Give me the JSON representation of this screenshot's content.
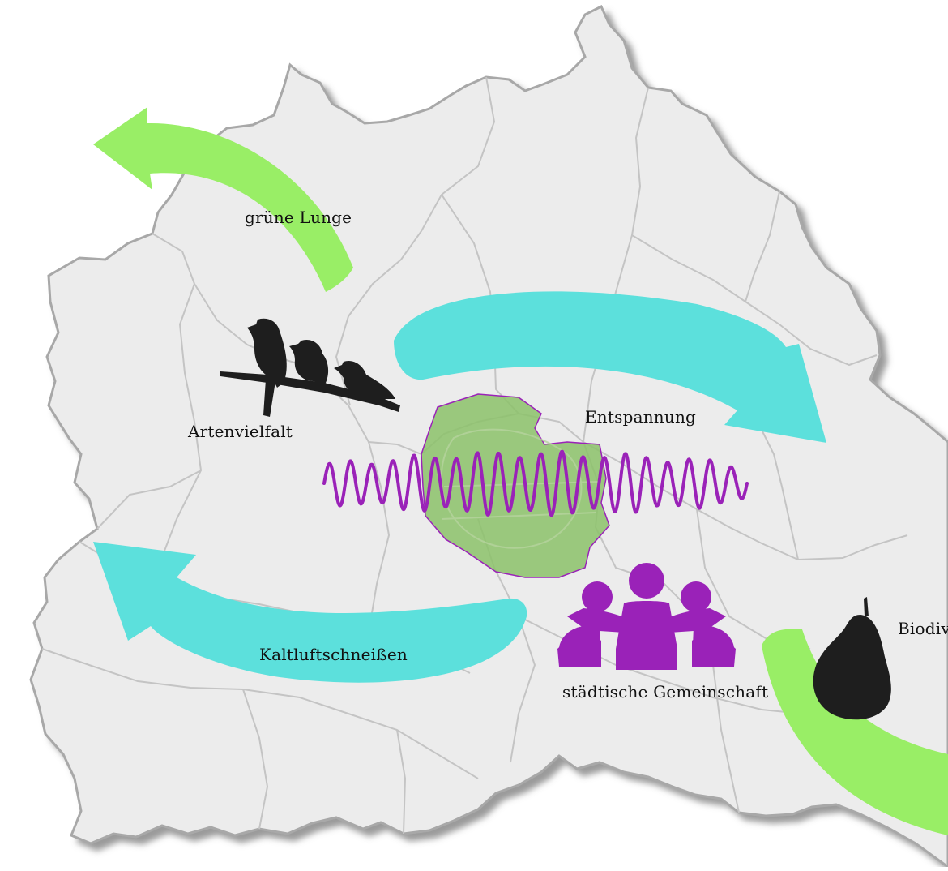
{
  "labels": {
    "green_lung": "grüne Lunge",
    "biodiversity": "Artenvielfalt",
    "relaxation": "Entspannung",
    "cold_air": "Kaltluftschneißen",
    "community": "städtische Gemeinschaft",
    "biodiversity_cut": "Biodiv"
  },
  "colors": {
    "map_fill": "#ececec",
    "map_outline": "#a8a8a8",
    "district_lines": "#c2c2c2",
    "green_arrow": "#99ee66",
    "teal_arrow": "#5ce0dc",
    "purple": "#9a22b8",
    "park_fill": "#8cc26a",
    "silhouette": "#1e1e1e"
  },
  "icons": {
    "birds": "birds-on-branch-icon",
    "people": "people-group-icon",
    "pear": "pear-icon",
    "wave": "sound-wave-icon",
    "park": "tempelhof-park-icon"
  }
}
